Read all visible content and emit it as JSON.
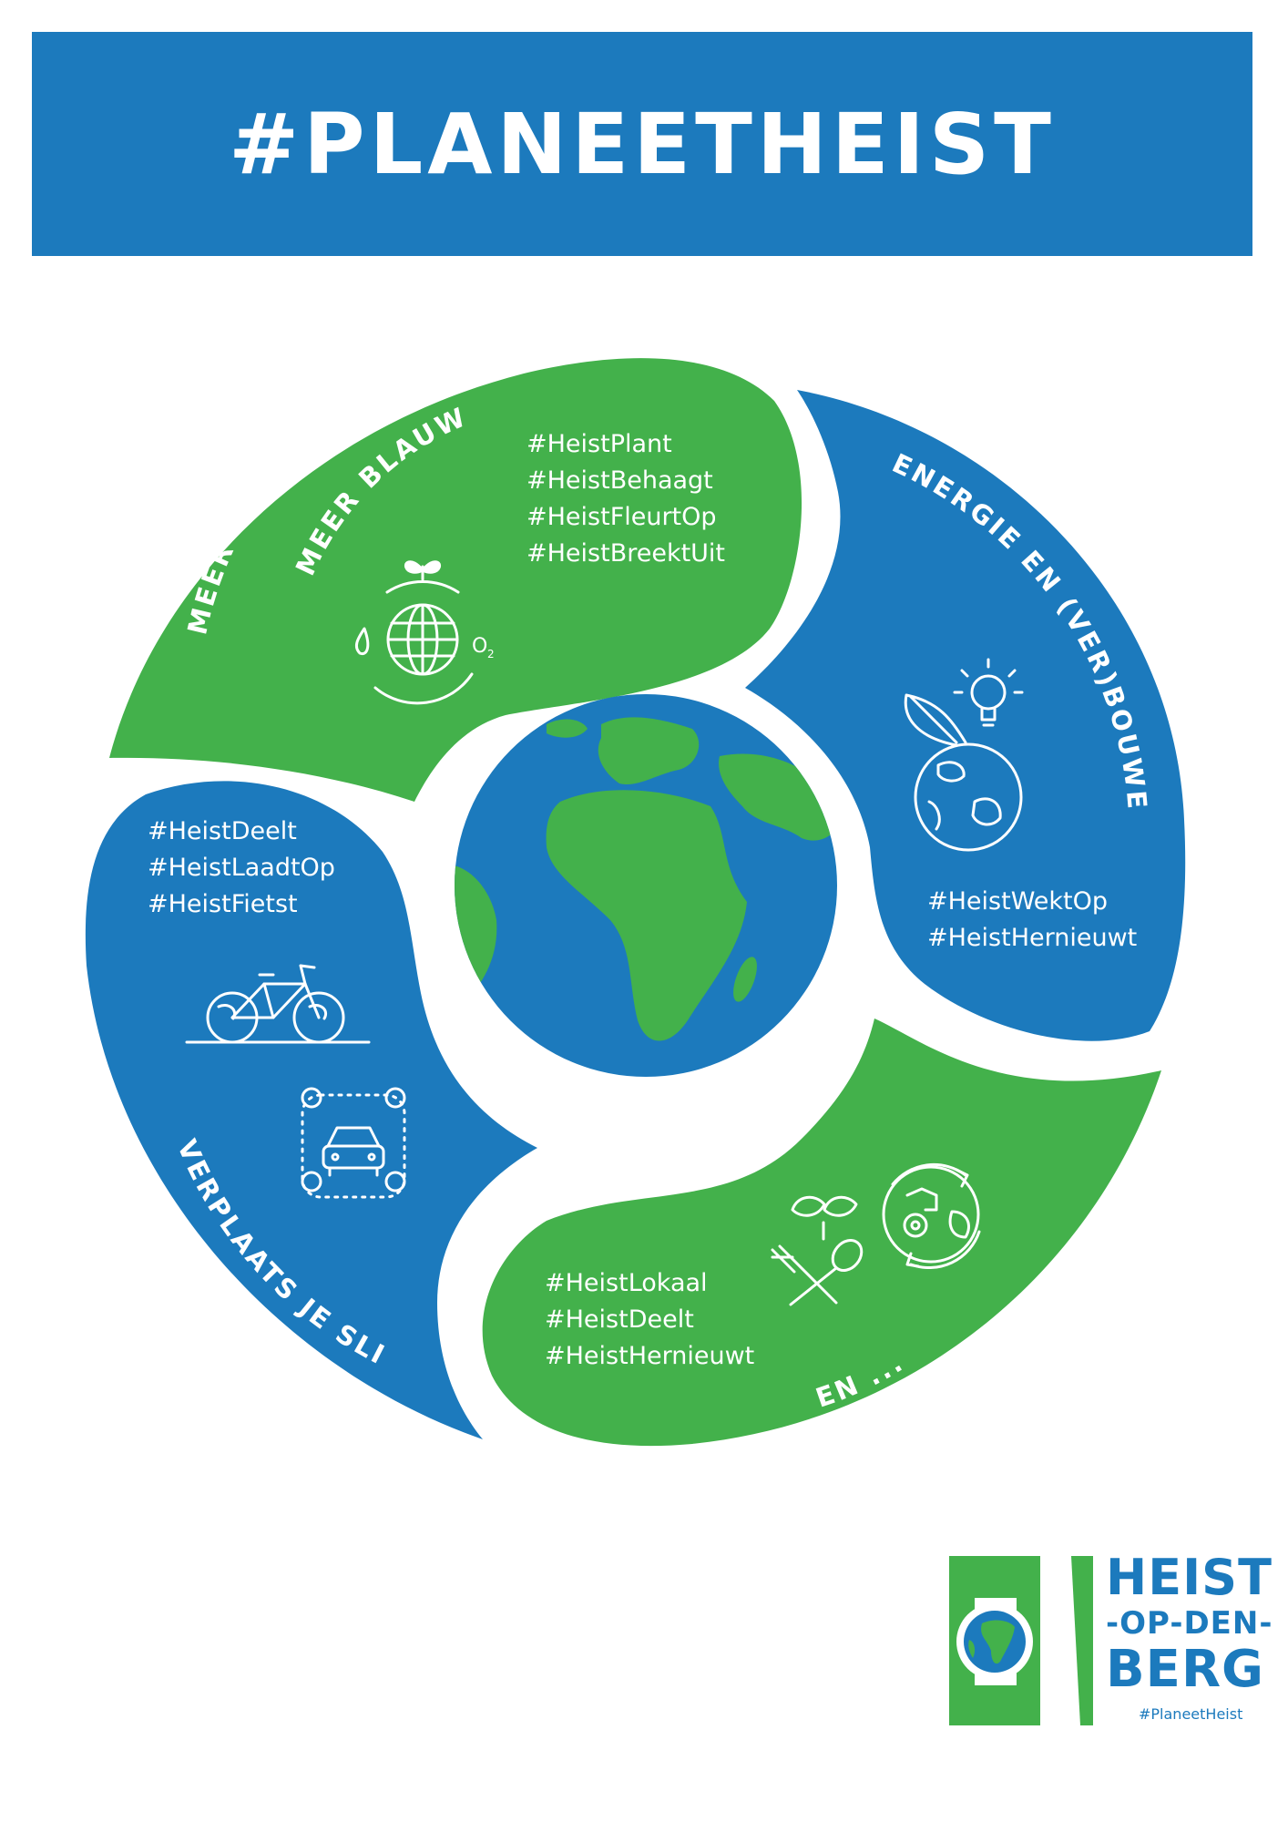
{
  "header": {
    "title": "#PLANEETHEIST"
  },
  "segments": {
    "green_top": {
      "label_line1": "MEER GROEN",
      "label_line2": "MEER BLAUW",
      "tags": [
        "#HeistPlant",
        "#HeistBehaagt",
        "#HeistFleurtOp",
        "#HeistBreektUit"
      ],
      "icon": "globe-cycle-icon"
    },
    "blue_right": {
      "label": "ENERGIE EN (VER)BOUWEN",
      "tags": [
        "#HeistWektOp",
        "#HeistHernieuwt"
      ],
      "icon": "earth-lightbulb-leaf-icon"
    },
    "green_bottom": {
      "label": "EN ...",
      "tags": [
        "#HeistLokaal",
        "#HeistDeelt",
        "#HeistHernieuwt"
      ],
      "icons": [
        "fork-spoon-leaf-icon",
        "recycle-gear-icon"
      ]
    },
    "blue_left": {
      "label": "VERPLAATS JE SLIM",
      "tags": [
        "#HeistDeelt",
        "#HeistLaadtOp",
        "#HeistFietst"
      ],
      "icons": [
        "bicycle-icon",
        "car-sharing-icon"
      ]
    }
  },
  "center": {
    "icon": "earth-globe-icon"
  },
  "logo": {
    "line1": "HEIST",
    "line2": "-OP-DEN-",
    "line3": "BERG",
    "hashtag": "#PlaneetHeist"
  },
  "colors": {
    "blue": "#1c7abd",
    "green": "#43b14b",
    "white": "#ffffff"
  }
}
